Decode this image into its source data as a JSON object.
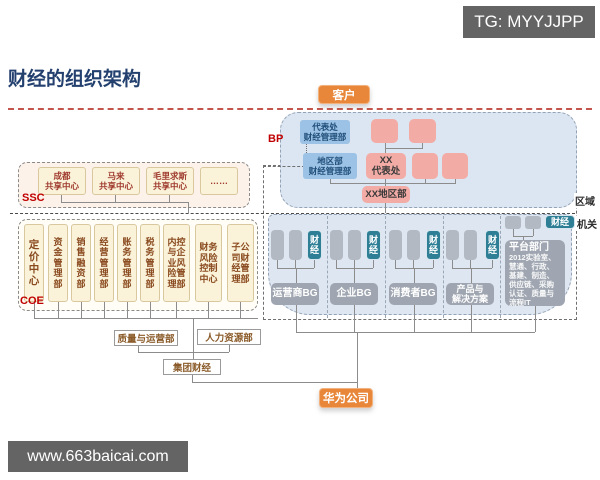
{
  "header": {
    "title": "财经的组织架构",
    "watermark_top": "TG: MYYJJPP",
    "watermark_bottom": "www.663baicai.com"
  },
  "top": {
    "customer": "客户"
  },
  "region_tags": {
    "region": "区域",
    "hq": "机关"
  },
  "ssc": {
    "label": "SSC",
    "centers": [
      {
        "text": "成都\n共享中心"
      },
      {
        "text": "马来\n共享中心"
      },
      {
        "text": "毛里求斯\n共享中心"
      },
      {
        "text": "……"
      }
    ]
  },
  "coe": {
    "label": "COE",
    "depts": [
      {
        "text": "定\n价\n中\n心"
      },
      {
        "text": "资\n金\n管\n理\n部"
      },
      {
        "text": "销\n售\n融\n资\n部"
      },
      {
        "text": "经\n营\n管\n理\n部"
      },
      {
        "text": "账\n务\n管\n理\n部"
      },
      {
        "text": "税\n务\n管\n理\n部"
      },
      {
        "text": "内控\n与企\n业风\n险管\n理部"
      },
      {
        "text": "财务\n风险\n控制\n中心"
      },
      {
        "text": "子公\n司财\n经管\n理部"
      }
    ]
  },
  "bp": {
    "label": "BP",
    "rep_office": "代表处\n财经管理部",
    "region_office": "地区部\n财经管理部",
    "xx_rep": "XX\n代表处",
    "xx_region": "XX地区部"
  },
  "bg": {
    "finance_vertical": "财\n经",
    "finance_horizontal": "财经",
    "groups": [
      {
        "name": "运营商BG"
      },
      {
        "name": "企业BG"
      },
      {
        "name": "消费者BG"
      },
      {
        "name": "产品与\n解决方案"
      }
    ],
    "platform": {
      "title": "平台部门",
      "detail": "2012实验室、\n慧通、行政、\n基建、制造、\n供应链、采购\n认证、质量与\n流程IT"
    }
  },
  "bottom": {
    "quality": "质量与运营部",
    "hr": "人力资源部",
    "group_finance": "集团财经",
    "company": "华为公司"
  },
  "colors": {
    "accent_orange": "#E8873A",
    "teal": "#2E7F96",
    "bp_blue": "#9CC2E5",
    "pink": "#F3ABA5",
    "gray_box": "#9FA6B1",
    "cream": "#FAF3DA",
    "red_line": "#C4554D",
    "title_blue": "#23406F"
  }
}
